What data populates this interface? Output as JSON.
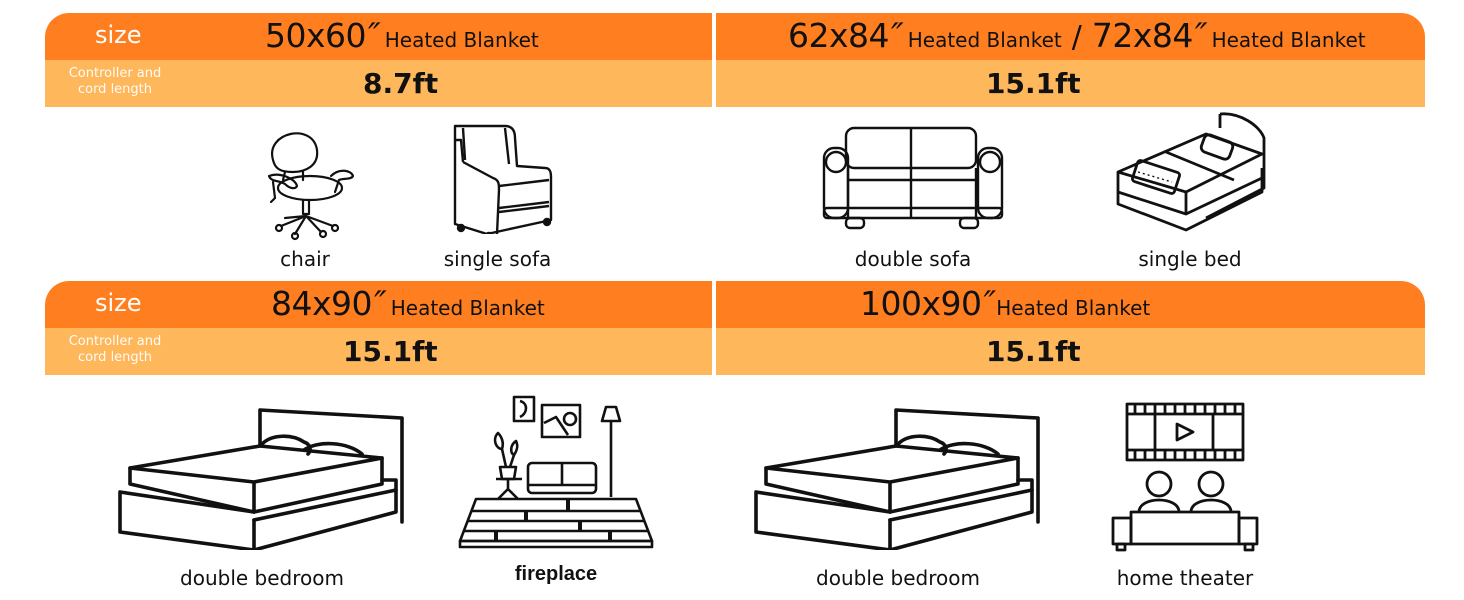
{
  "colors": {
    "header_dark": "#ff7f20",
    "header_light": "#ffb75c",
    "label_text": "#ffffff",
    "body_text": "#111111"
  },
  "labels": {
    "size": "size",
    "cord_line1": "Controller and",
    "cord_line2": "cord length"
  },
  "sections": [
    {
      "size_main": "50x60",
      "size_mark": "″",
      "size_suffix": "Heated Blanket",
      "cord_length": "8.7ft",
      "items": [
        {
          "icon": "office-chair-icon",
          "label": "chair"
        },
        {
          "icon": "armchair-icon",
          "label": "single sofa"
        }
      ]
    },
    {
      "size_main": "62x84",
      "size_mark": "″",
      "size_suffix": "Heated Blanket",
      "separator": "/",
      "size_main_2": "72x84",
      "size_mark_2": "″",
      "size_suffix_2": "Heated Blanket",
      "cord_length": "15.1ft",
      "items": [
        {
          "icon": "loveseat-icon",
          "label": "double sofa"
        },
        {
          "icon": "single-bed-icon",
          "label": "single bed"
        }
      ]
    },
    {
      "size_main": "84x90",
      "size_mark": "″",
      "size_suffix": "Heated Blanket",
      "cord_length": "15.1ft",
      "items": [
        {
          "icon": "double-bed-icon",
          "label": "double bedroom"
        },
        {
          "icon": "living-room-icon",
          "label": "fireplace"
        }
      ]
    },
    {
      "size_main": "100x90",
      "size_mark": "″",
      "size_suffix": "Heated Blanket",
      "cord_length": "15.1ft",
      "items": [
        {
          "icon": "double-bed-icon",
          "label": "double bedroom"
        },
        {
          "icon": "home-theater-icon",
          "label": "home theater"
        }
      ]
    }
  ]
}
